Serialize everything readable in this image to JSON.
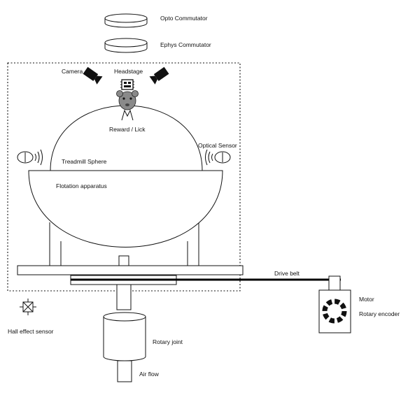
{
  "labels": {
    "opto_commutator": "Opto Commutator",
    "ephys_commutator": "Ephys Commutator",
    "camera": "Camera",
    "headstage": "Headstage",
    "reward_lick": "Reward / Lick",
    "optical_sensor": "Optical Sensor",
    "treadmill_sphere": "Treadmill Sphere",
    "flotation_apparatus": "Flotation apparatus",
    "drive_belt": "Drive belt",
    "motor": "Motor",
    "rotary_encoder": "Rotary encoder",
    "hall_effect_sensor": "Hall effect sensor",
    "rotary_joint": "Rotary joint",
    "air_flow": "Air flow"
  },
  "colors": {
    "line": "#111111",
    "background": "#ffffff",
    "mouse_fill": "#8a8a8a",
    "belt": "#000000"
  }
}
